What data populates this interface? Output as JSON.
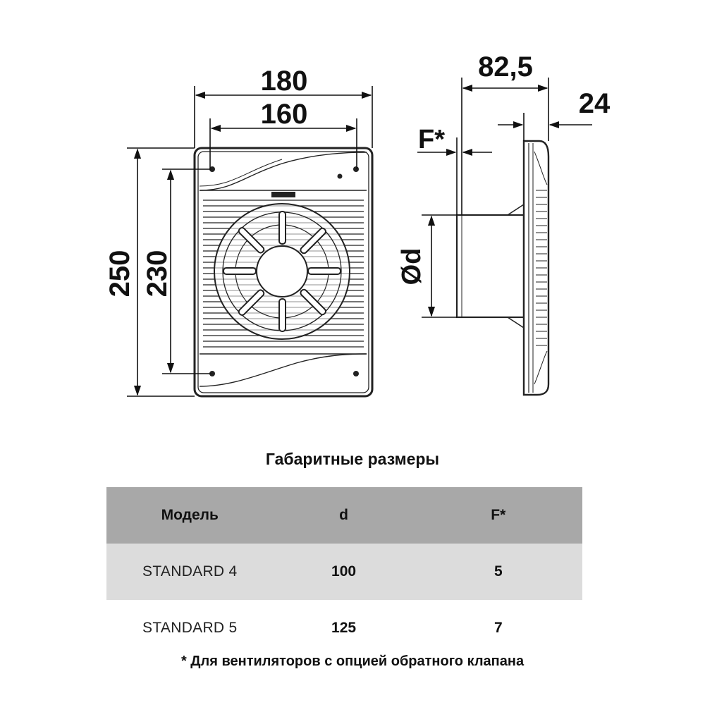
{
  "drawing": {
    "dim_width_outer": "180",
    "dim_width_inner": "160",
    "dim_height_outer": "250",
    "dim_height_inner": "230",
    "dim_depth": "82,5",
    "dim_flange": "24",
    "dim_f": "F*",
    "dim_diameter": "Ød"
  },
  "table": {
    "title": "Габаритные размеры",
    "headers": [
      "Модель",
      "d",
      "F*"
    ],
    "rows": [
      {
        "model": "STANDARD 4",
        "d": "100",
        "f": "5"
      },
      {
        "model": "STANDARD 5",
        "d": "125",
        "f": "7"
      }
    ]
  },
  "footnote": "* Для вентиляторов с опцией обратного клапана"
}
